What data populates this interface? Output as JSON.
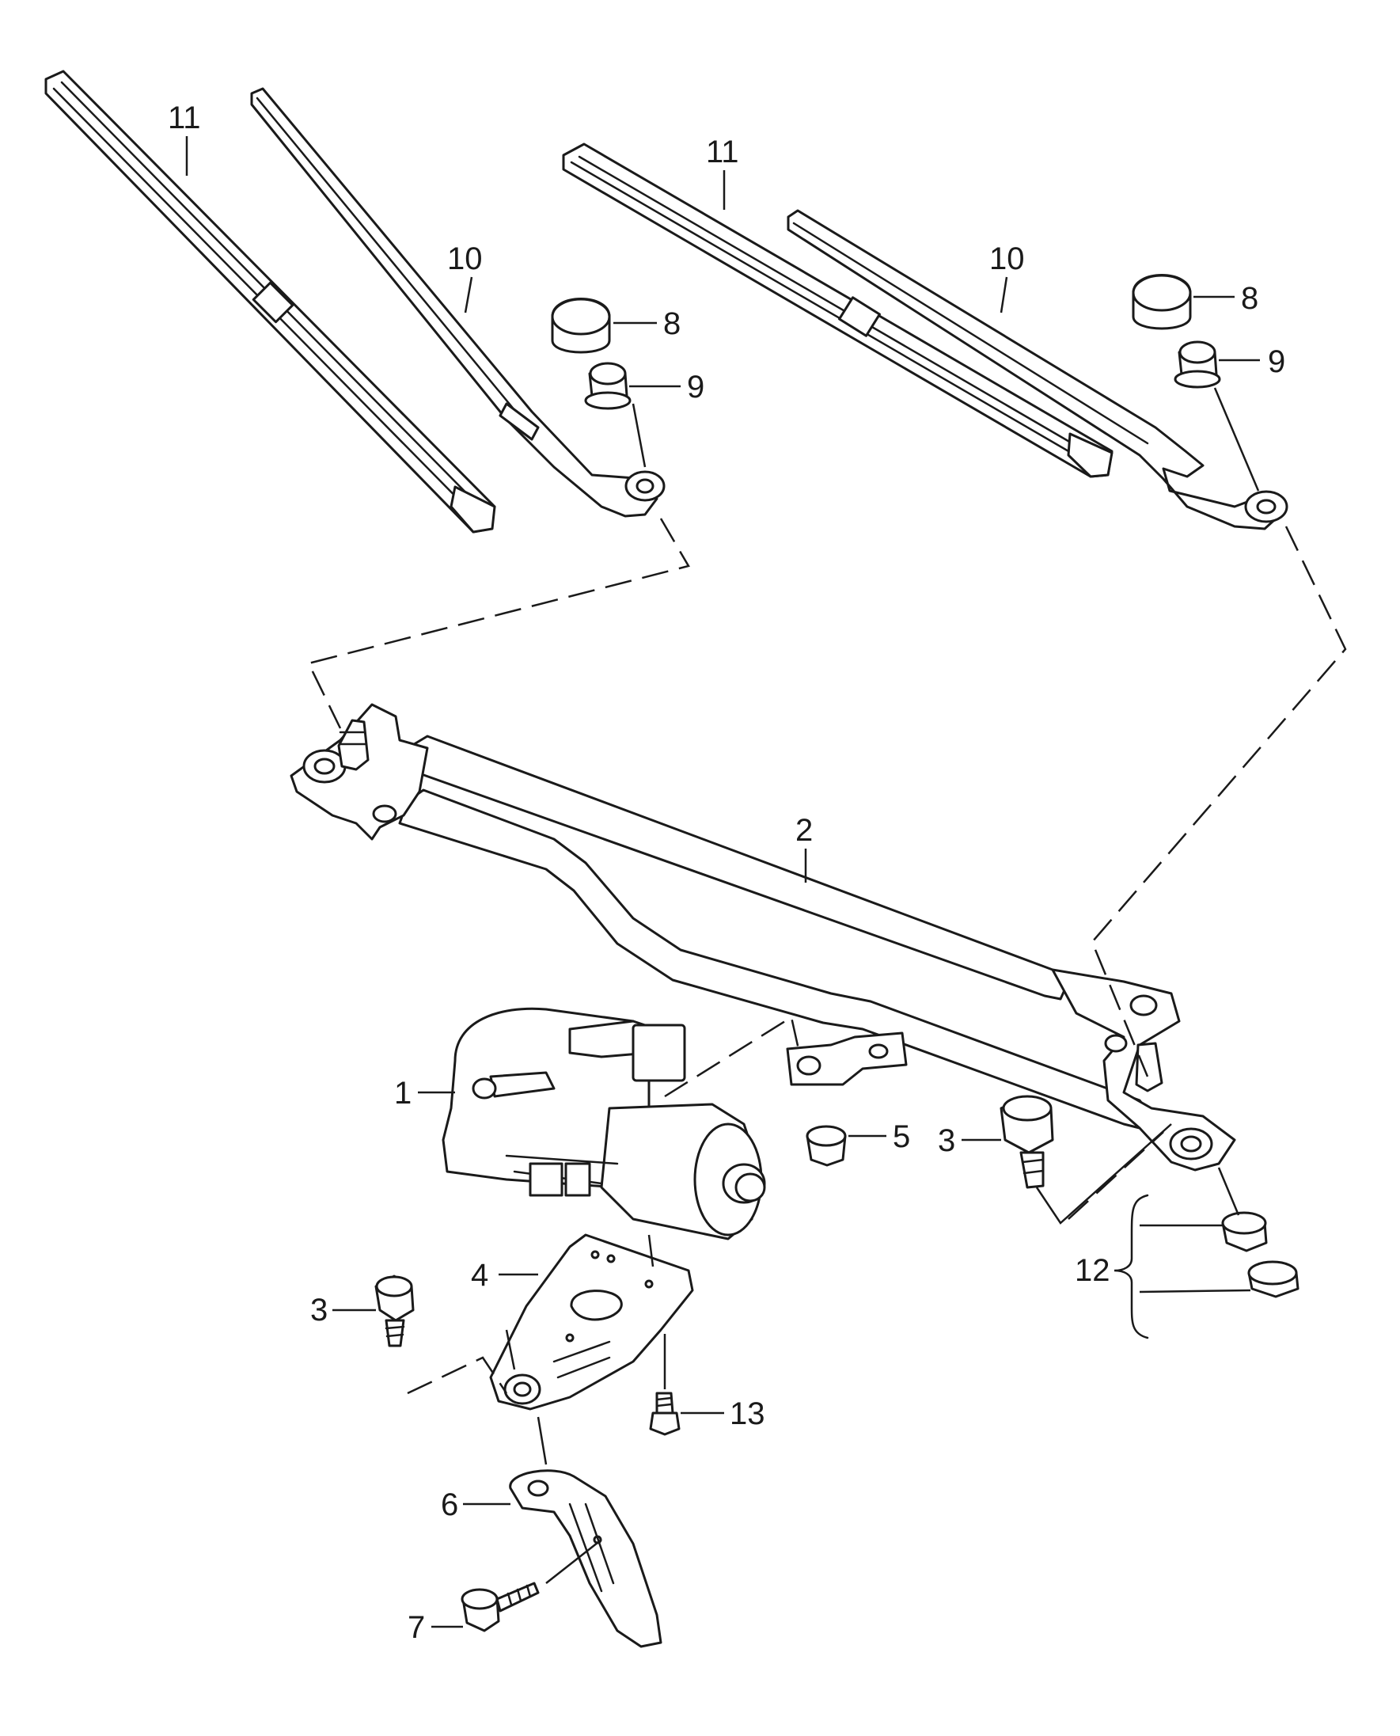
{
  "labels": {
    "p1": "1",
    "p2": "2",
    "p3": "3",
    "p4": "4",
    "p5": "5",
    "p6": "6",
    "p7": "7",
    "p8": "8",
    "p9": "9",
    "p10": "10",
    "p11": "11",
    "p12": "12",
    "p13": "13"
  },
  "colors": {
    "line": "#1a1a1a",
    "background": "#ffffff"
  }
}
